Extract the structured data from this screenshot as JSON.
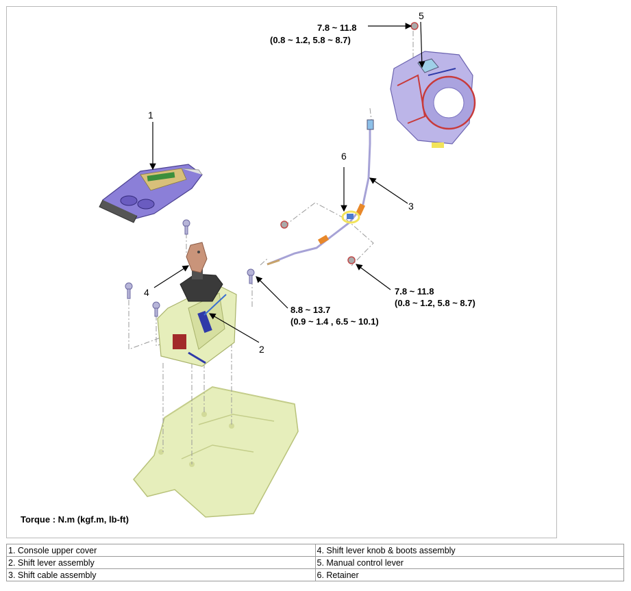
{
  "diagram": {
    "callouts": [
      {
        "id": "c1",
        "label": "1"
      },
      {
        "id": "c2",
        "label": "2"
      },
      {
        "id": "c3",
        "label": "3"
      },
      {
        "id": "c4",
        "label": "4"
      },
      {
        "id": "c5",
        "label": "5"
      },
      {
        "id": "c6",
        "label": "6"
      }
    ],
    "torques": [
      {
        "id": "t_top",
        "line1": "7.8 ~ 11.8",
        "line2": "(0.8 ~ 1.2, 5.8 ~ 8.7)"
      },
      {
        "id": "t_right",
        "line1": "7.8 ~ 11.8",
        "line2": "(0.8 ~ 1.2, 5.8 ~ 8.7)"
      },
      {
        "id": "t_mid",
        "line1": "8.8 ~ 13.7",
        "line2": "(0.9 ~ 1.4 , 6.5 ~ 10.1)"
      }
    ],
    "torque_note": "Torque : N.m (kgf.m, lb-ft)",
    "colors": {
      "body": "#e6eebb",
      "console": "#8b7fd8",
      "trans": "#bcb5e8",
      "cable": "#a6a2d6",
      "accent": "#e8882a",
      "red": "#c83a3a",
      "yellow": "#f2e35a"
    }
  },
  "legend": {
    "rows": [
      [
        "1. Console upper cover",
        "4. Shift lever knob & boots assembly"
      ],
      [
        "2. Shift lever assembly",
        "5. Manual control lever"
      ],
      [
        "3. Shift cable assembly",
        "6. Retainer"
      ]
    ]
  }
}
